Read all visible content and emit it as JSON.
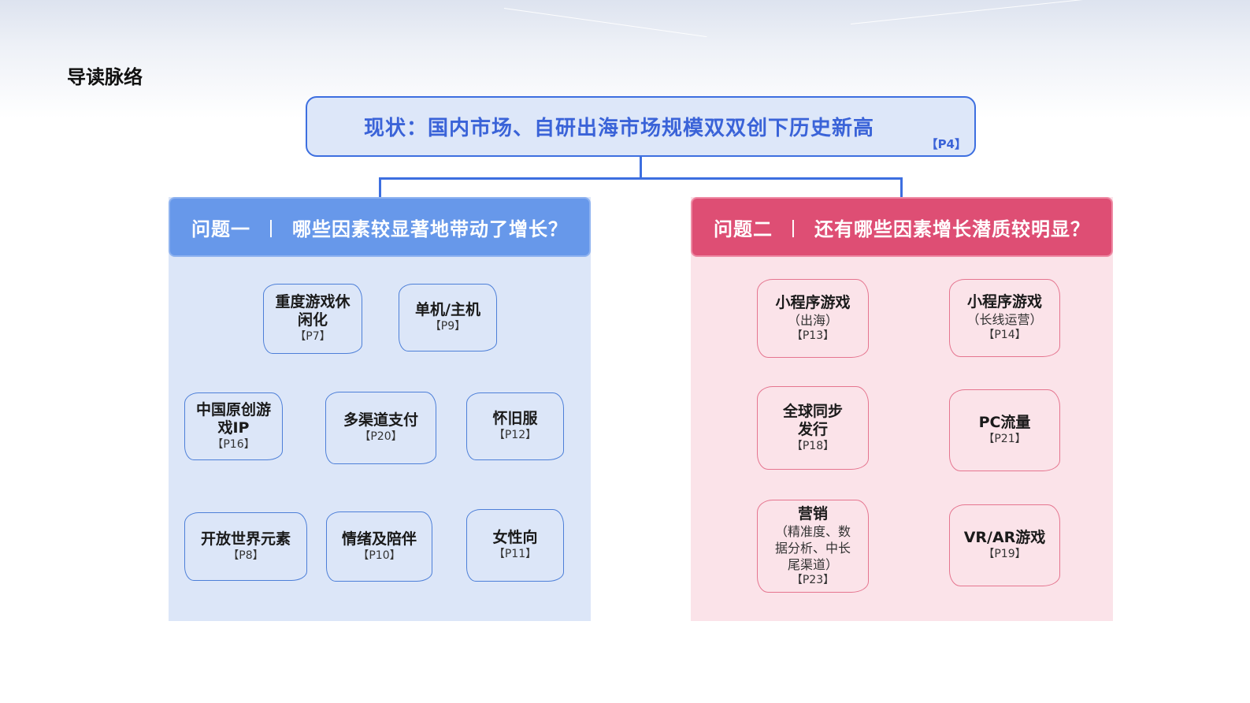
{
  "page": {
    "title": "导读脉络"
  },
  "top": {
    "text": "现状：国内市场、自研出海市场规模双双创下历史新高",
    "ref": "【P4】"
  },
  "left": {
    "title": "问题一",
    "separator": "丨",
    "question": "哪些因素较显著地带动了增长？",
    "nodes": [
      {
        "main": "重度游戏休\n闲化",
        "ref": "【P7】"
      },
      {
        "main": "单机/主机",
        "ref": "【P9】"
      },
      {
        "main": "中国原创游\n戏IP",
        "ref": "【P16】"
      },
      {
        "main": "多渠道支付",
        "ref": "【P20】"
      },
      {
        "main": "怀旧服",
        "ref": "【P12】"
      },
      {
        "main": "开放世界元素",
        "ref": "【P8】"
      },
      {
        "main": "情绪及陪伴",
        "ref": "【P10】"
      },
      {
        "main": "女性向",
        "ref": "【P11】"
      }
    ]
  },
  "right": {
    "title": "问题二",
    "separator": "丨",
    "question": "还有哪些因素增长潜质较明显？",
    "nodes": [
      {
        "main": "小程序游戏",
        "sub": "（出海）",
        "ref": "【P13】"
      },
      {
        "main": "小程序游戏",
        "sub": "（长线运营）",
        "ref": "【P14】"
      },
      {
        "main": "全球同步\n发行",
        "ref": "【P18】"
      },
      {
        "main": "PC流量",
        "ref": "【P21】"
      },
      {
        "main": "营销",
        "sub": "（精准度、数\n据分析、中长\n尾渠道）",
        "ref": "【P23】"
      },
      {
        "main": "VR/AR游戏",
        "ref": "【P19】"
      }
    ]
  }
}
